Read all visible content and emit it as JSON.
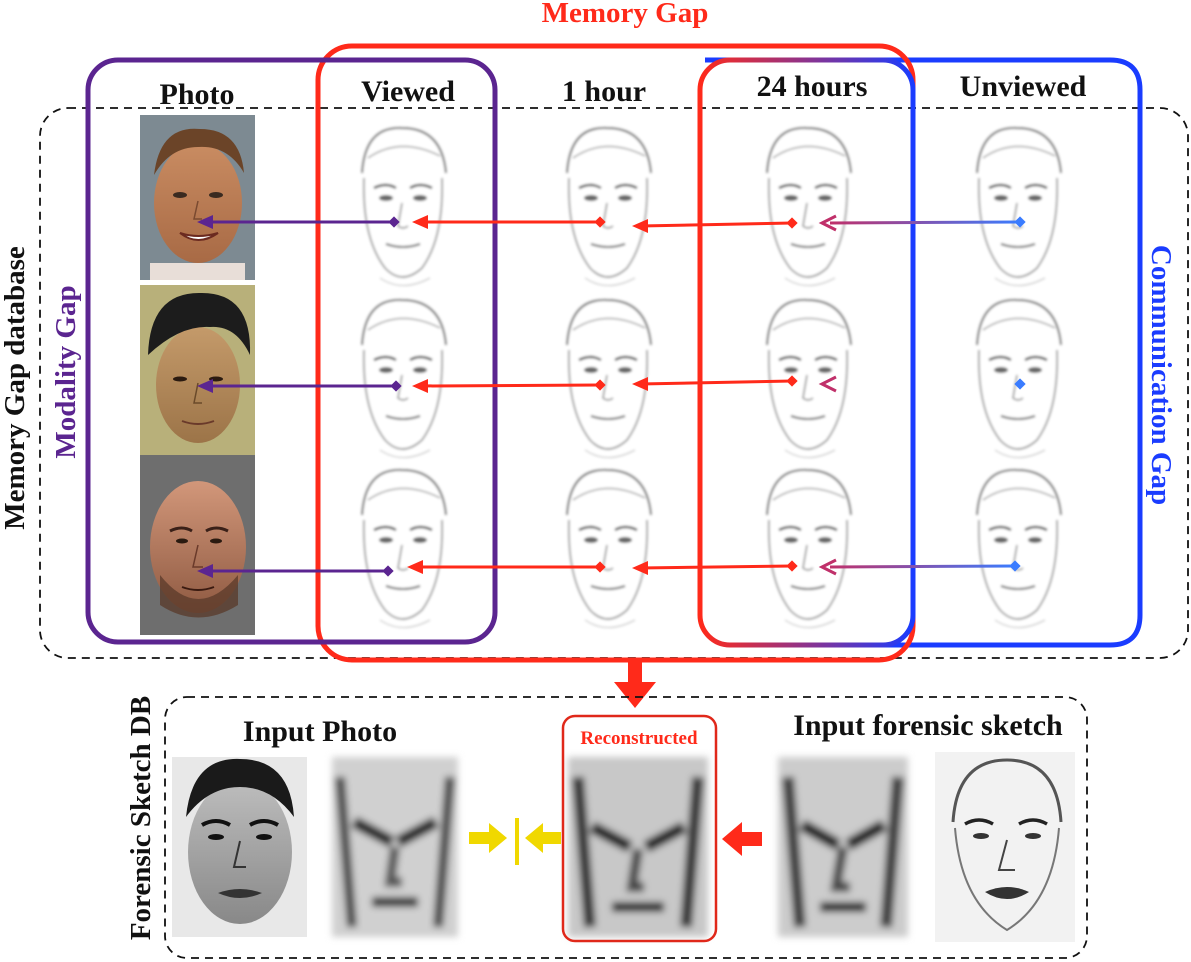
{
  "titles": {
    "memory_gap": "Memory Gap",
    "modality_gap": "Modality Gap",
    "communication_gap": "Communication Gap",
    "memory_gap_database": "Memory Gap database",
    "forensic_sketch_db": "Forensic Sketch DB"
  },
  "columns": [
    "Photo",
    "Viewed",
    "1 hour",
    "24 hours",
    "Unviewed"
  ],
  "bottom": {
    "input_photo": "Input Photo",
    "input_forensic_sketch": "Input forensic sketch",
    "reconstructed": "Reconstructed"
  },
  "colors": {
    "memory_gap": "#ff2a1a",
    "modality_gap": "#5b2590",
    "communication_gap": "#1a3cff",
    "match_arrows": "#f0d800"
  }
}
